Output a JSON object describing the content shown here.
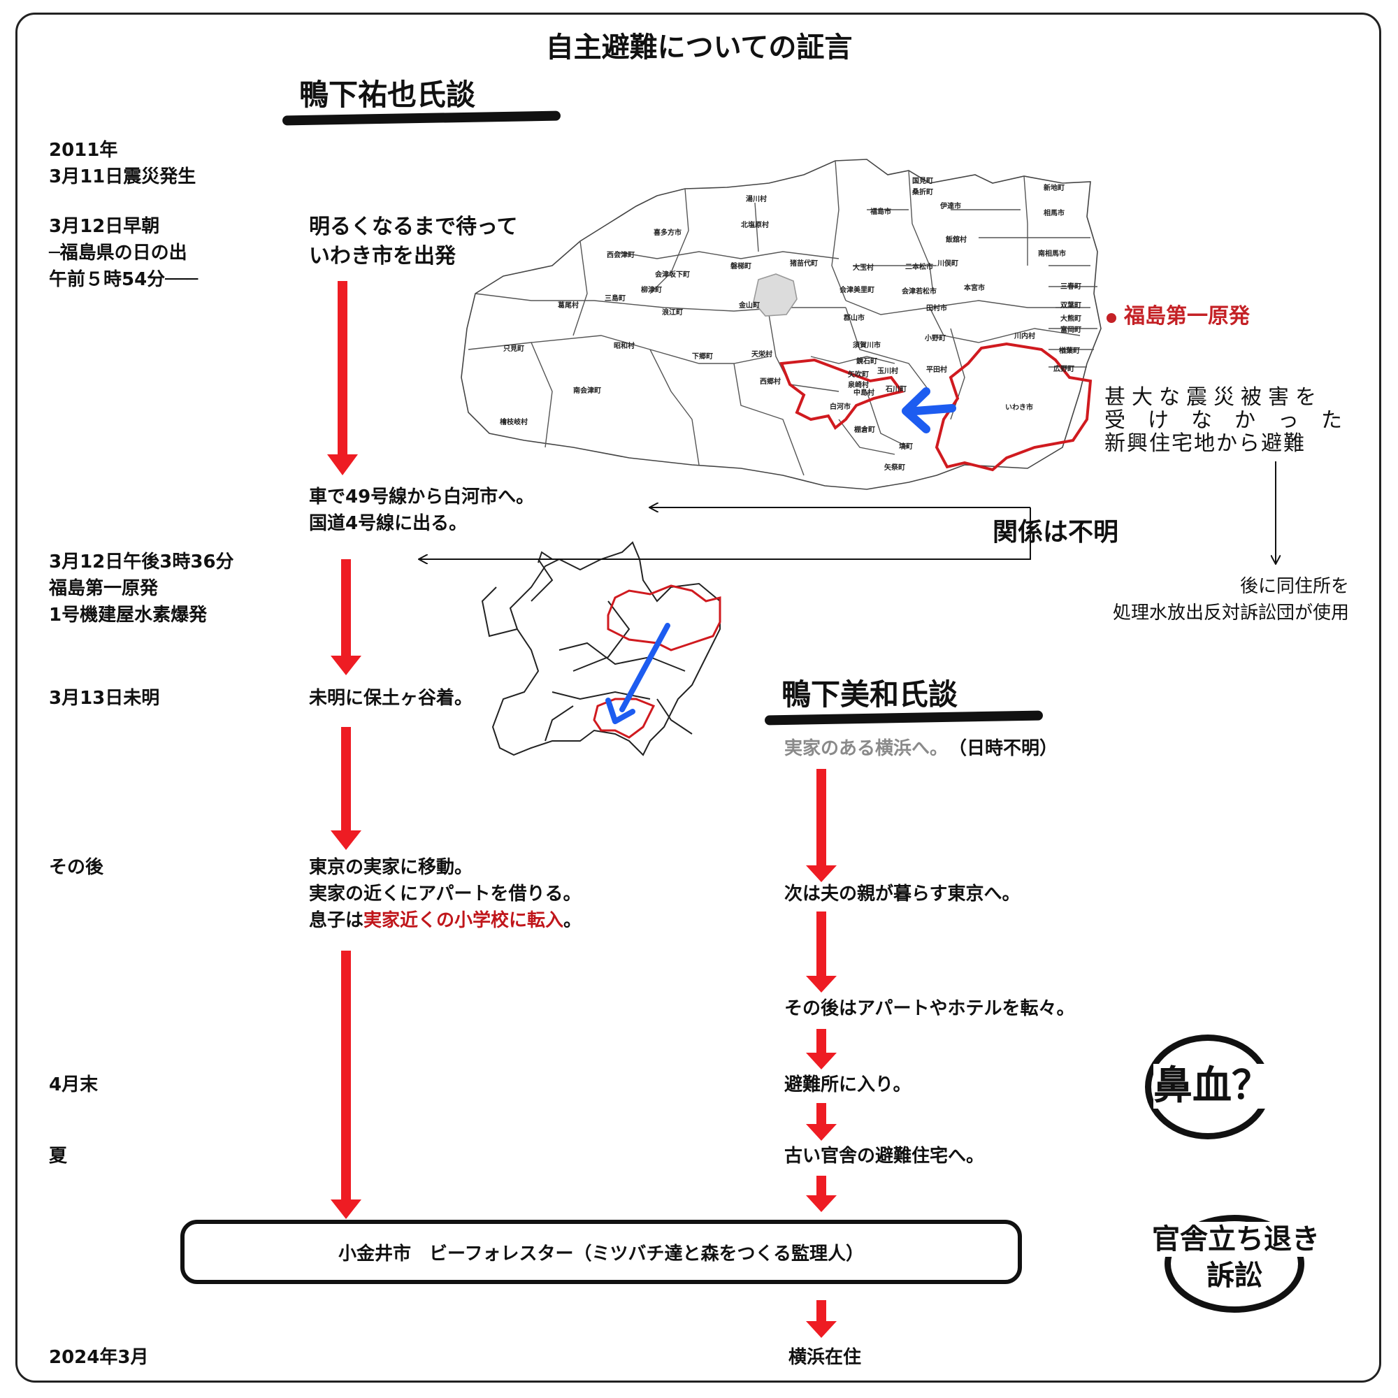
{
  "title": "自主避難についての証言",
  "person1": {
    "name": "鴨下祐也氏談"
  },
  "person2": {
    "name": "鴨下美和氏談"
  },
  "timeline": [
    {
      "lines": [
        "2011年",
        "3月11日震災発生"
      ]
    },
    {
      "lines": [
        "3月12日早朝",
        "─福島県の日の出",
        "午前５時54分───"
      ]
    },
    {
      "lines": [
        "3月12日午後3時36分",
        "福島第一原発",
        "1号機建屋水素爆発"
      ]
    },
    {
      "lines": [
        "3月13日未明"
      ]
    },
    {
      "lines": [
        "その後"
      ]
    },
    {
      "lines": [
        "4月末"
      ]
    },
    {
      "lines": [
        "夏"
      ]
    },
    {
      "lines": [
        "2024年3月"
      ]
    }
  ],
  "p1_steps": [
    {
      "lines": [
        "明るくなるまで待って",
        "いわき市を出発"
      ]
    },
    {
      "lines": [
        "車で49号線から白河市へ。",
        "国道4号線に出る。"
      ]
    },
    {
      "lines": [
        "未明に保土ヶ谷着。"
      ]
    },
    {
      "lines": [
        "東京の実家に移動。",
        "実家の近くにアパートを借りる。"
      ],
      "last_prefix": "息子は",
      "last_highlight": "実家近くの小学校に転入",
      "last_suffix": "。"
    }
  ],
  "p2_steps": [
    {
      "text_gray": "実家のある横浜へ。",
      "text_rest": "（日時不明）"
    },
    {
      "text": "次は夫の親が暮らす東京へ。"
    },
    {
      "text": "その後はアパートやホテルを転々。"
    },
    {
      "text": "避難所に入り。"
    },
    {
      "text": "古い官舎の避難住宅へ。"
    },
    {
      "text": "横浜在住"
    }
  ],
  "destination_box": "小金井市　ビーフォレスター（ミツバチ達と森をつくる監理人）",
  "map": {
    "plant_label": "福島第一原発",
    "municipalities": [
      "国見町",
      "桑折町",
      "伊達市",
      "新地町",
      "湯川村",
      "福島市",
      "相馬市",
      "喜多方市",
      "北塩原村",
      "西会津町",
      "飯舘村",
      "会津坂下町",
      "磐梯町",
      "猪苗代町",
      "大玉村",
      "二本松市",
      "川俣町",
      "南相馬市",
      "三島町",
      "柳津町",
      "会津美里町",
      "会津若松市",
      "本宮市",
      "三春町",
      "葛尾村",
      "浪江町",
      "金山町",
      "郡山市",
      "田村市",
      "双葉町",
      "只見町",
      "昭和村",
      "小野町",
      "川内村",
      "大熊町",
      "須賀川市",
      "富岡町",
      "下郷町",
      "天栄村",
      "鏡石町",
      "玉川村",
      "平田村",
      "楢葉町",
      "広野町",
      "矢吹町",
      "泉崎村",
      "西郷村",
      "南会津町",
      "中島村",
      "石川町",
      "白河市",
      "いわき市",
      "棚倉町",
      "檜枝岐村",
      "塙町",
      "矢祭町"
    ]
  },
  "note_right": [
    "甚大な震災被害を",
    "受けなかった",
    "新興住宅地から避難"
  ],
  "relation_label": "関係は不明",
  "note_later": [
    "後に同住所を",
    "処理水放出反対訴訟団が使用"
  ],
  "badge1": "鼻血？",
  "badge2": [
    "官舎立ち退き",
    "訴訟"
  ],
  "colors": {
    "arrow_red": "#ee1c23",
    "route_blue": "#1d5cf0",
    "border_red": "#d01a1f"
  }
}
